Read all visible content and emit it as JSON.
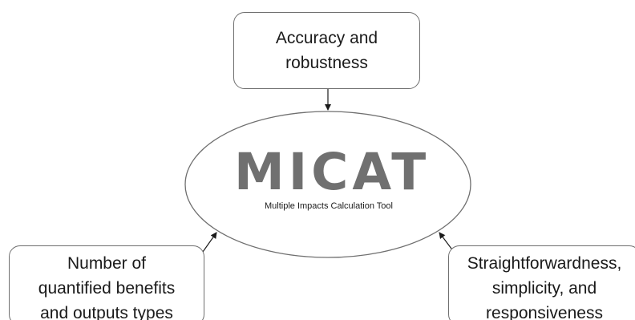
{
  "center": {
    "logo_text": "MICAT",
    "subtitle": "Multiple Impacts Calculation Tool"
  },
  "boxes": {
    "top": {
      "lines": [
        "Accuracy and",
        "robustness"
      ]
    },
    "left": {
      "lines": [
        "Number of",
        "quantified benefits",
        "and outputs types"
      ]
    },
    "right": {
      "lines": [
        "Straightforwardness,",
        "simplicity, and",
        "responsiveness"
      ]
    }
  },
  "colors": {
    "logo": "#707070",
    "stroke": "#6f6f6f",
    "arrow": "#1a1a1a",
    "text": "#1a1a1a"
  }
}
